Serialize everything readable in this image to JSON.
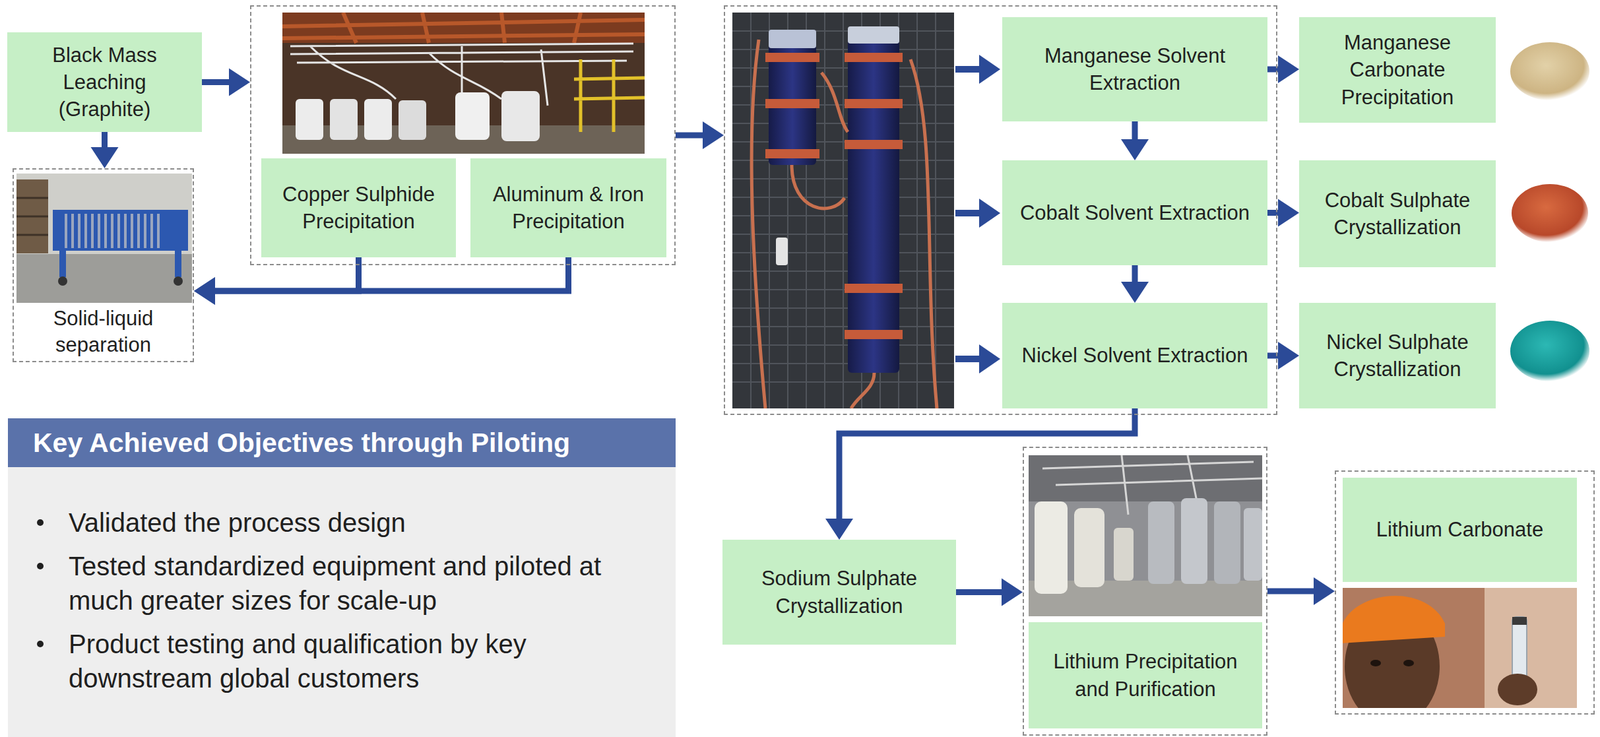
{
  "diagram": {
    "nodes": [
      {
        "text": [
          "Black Mass Leaching (Graphite)"
        ]
      },
      {
        "text": []
      },
      {
        "text": [
          "Copper Sulphide Precipitation"
        ],
        "in": 1
      },
      {
        "text": [
          "Aluminum & Iron Precipitation"
        ],
        "in": 1
      },
      {
        "text": []
      },
      {
        "text": [
          "Manganese Solvent Extraction"
        ],
        "in": 4
      },
      {
        "text": [
          "Cobalt Solvent Extraction"
        ],
        "in": 4
      },
      {
        "text": [
          "Nickel Solvent Extraction"
        ],
        "in": 4
      },
      {
        "text": [
          "Manganese Carbonate Precipitation"
        ]
      },
      {
        "text": [
          "Cobalt Sulphate Crystallization"
        ]
      },
      {
        "text": [
          "Nickel Sulphate Crystallization"
        ]
      },
      {
        "text": [
          "Solid-liquid separation"
        ]
      },
      {
        "text": [
          "Key Achieved Objectives through Piloting",
          "Validated the process design",
          "Tested standardized equipment and piloted at much greater sizes for scale-up",
          "Product testing and qualification by key downstream global customers"
        ]
      },
      {
        "text": [
          "Sodium Sulphate Crystallization"
        ]
      },
      {
        "text": []
      },
      {
        "text": [
          "Lithium Precipitation and Purification"
        ],
        "in": 14
      },
      {
        "text": []
      },
      {
        "text": [
          "Lithium Carbonate"
        ],
        "in": 16
      }
    ],
    "edges": [
      {
        "from": 0,
        "to": 1,
        "arrow": "to"
      },
      {
        "from": 0,
        "to": 11,
        "arrow": "to"
      },
      {
        "from": 2,
        "to": 11,
        "arrow": "to"
      },
      {
        "from": 3,
        "to": 11,
        "arrow": "to"
      },
      {
        "from": 1,
        "to": 4,
        "arrow": "to"
      },
      {
        "from": 5,
        "to": 6,
        "arrow": "to"
      },
      {
        "from": 6,
        "to": 7,
        "arrow": "to"
      },
      {
        "from": 5,
        "to": 8,
        "arrow": "to"
      },
      {
        "from": 6,
        "to": 9,
        "arrow": "to"
      },
      {
        "from": 7,
        "to": 10,
        "arrow": "to"
      },
      {
        "from": 7,
        "to": 13,
        "arrow": "to"
      },
      {
        "from": 13,
        "to": 14,
        "arrow": "to"
      },
      {
        "from": 14,
        "to": 16,
        "arrow": "to"
      }
    ]
  }
}
